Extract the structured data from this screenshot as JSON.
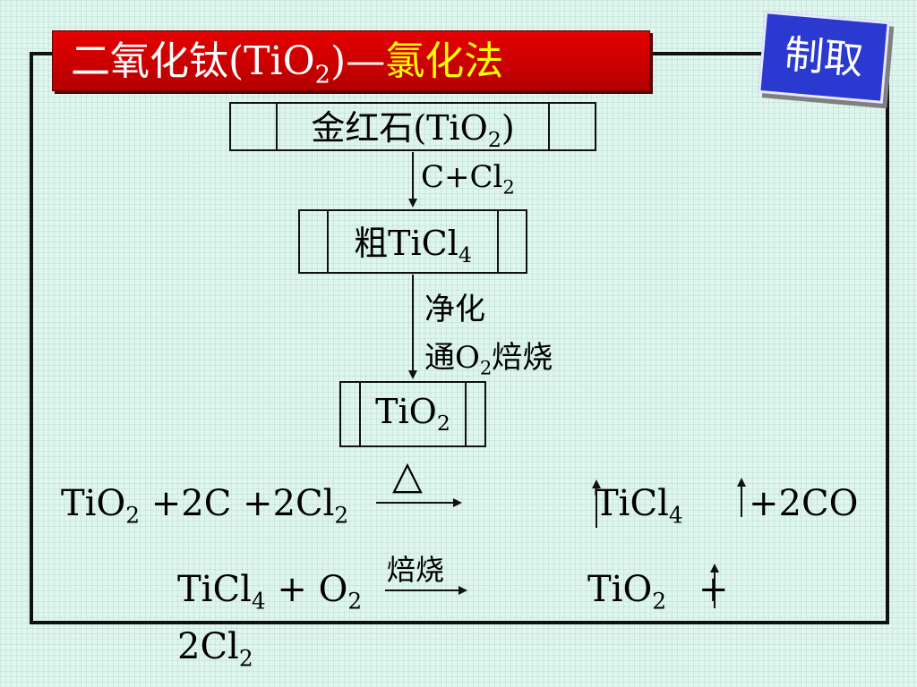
{
  "title": {
    "prefix": "二氧化钛(TiO",
    "sub": "2",
    "suffix": ")—",
    "highlight": "氯化法"
  },
  "corner_label": "制取",
  "flow": {
    "step1": {
      "text": "金红石(TiO",
      "sub": "2",
      "tail": ")"
    },
    "arrow1": {
      "text": "C+Cl",
      "sub": "2"
    },
    "step2": {
      "text": "粗TiCl",
      "sub": "4"
    },
    "arrow2": {
      "line1": "净化",
      "line2_pre": "通O",
      "line2_sub": "2",
      "line2_post": "焙烧"
    },
    "step3": {
      "text": "TiO",
      "sub": "2"
    }
  },
  "equation1": {
    "lhs": [
      {
        "text": "TiO",
        "sub": "2"
      },
      {
        "text": " +2C",
        "sub": ""
      },
      {
        "text": " +2Cl",
        "sub": "2"
      }
    ],
    "condition": "△",
    "rhs": [
      {
        "text": "TiCl",
        "sub": "4"
      },
      {
        "text": "+2CO",
        "sub": ""
      }
    ]
  },
  "equation2": {
    "lhs1": {
      "text": "TiCl",
      "sub": "4"
    },
    "plus": " + O",
    "o_sub": "2",
    "condition": "焙烧",
    "product": {
      "text": "TiO",
      "sub": "2"
    },
    "plus2": "+",
    "line2": {
      "text": "2Cl",
      "sub": "2"
    }
  }
}
